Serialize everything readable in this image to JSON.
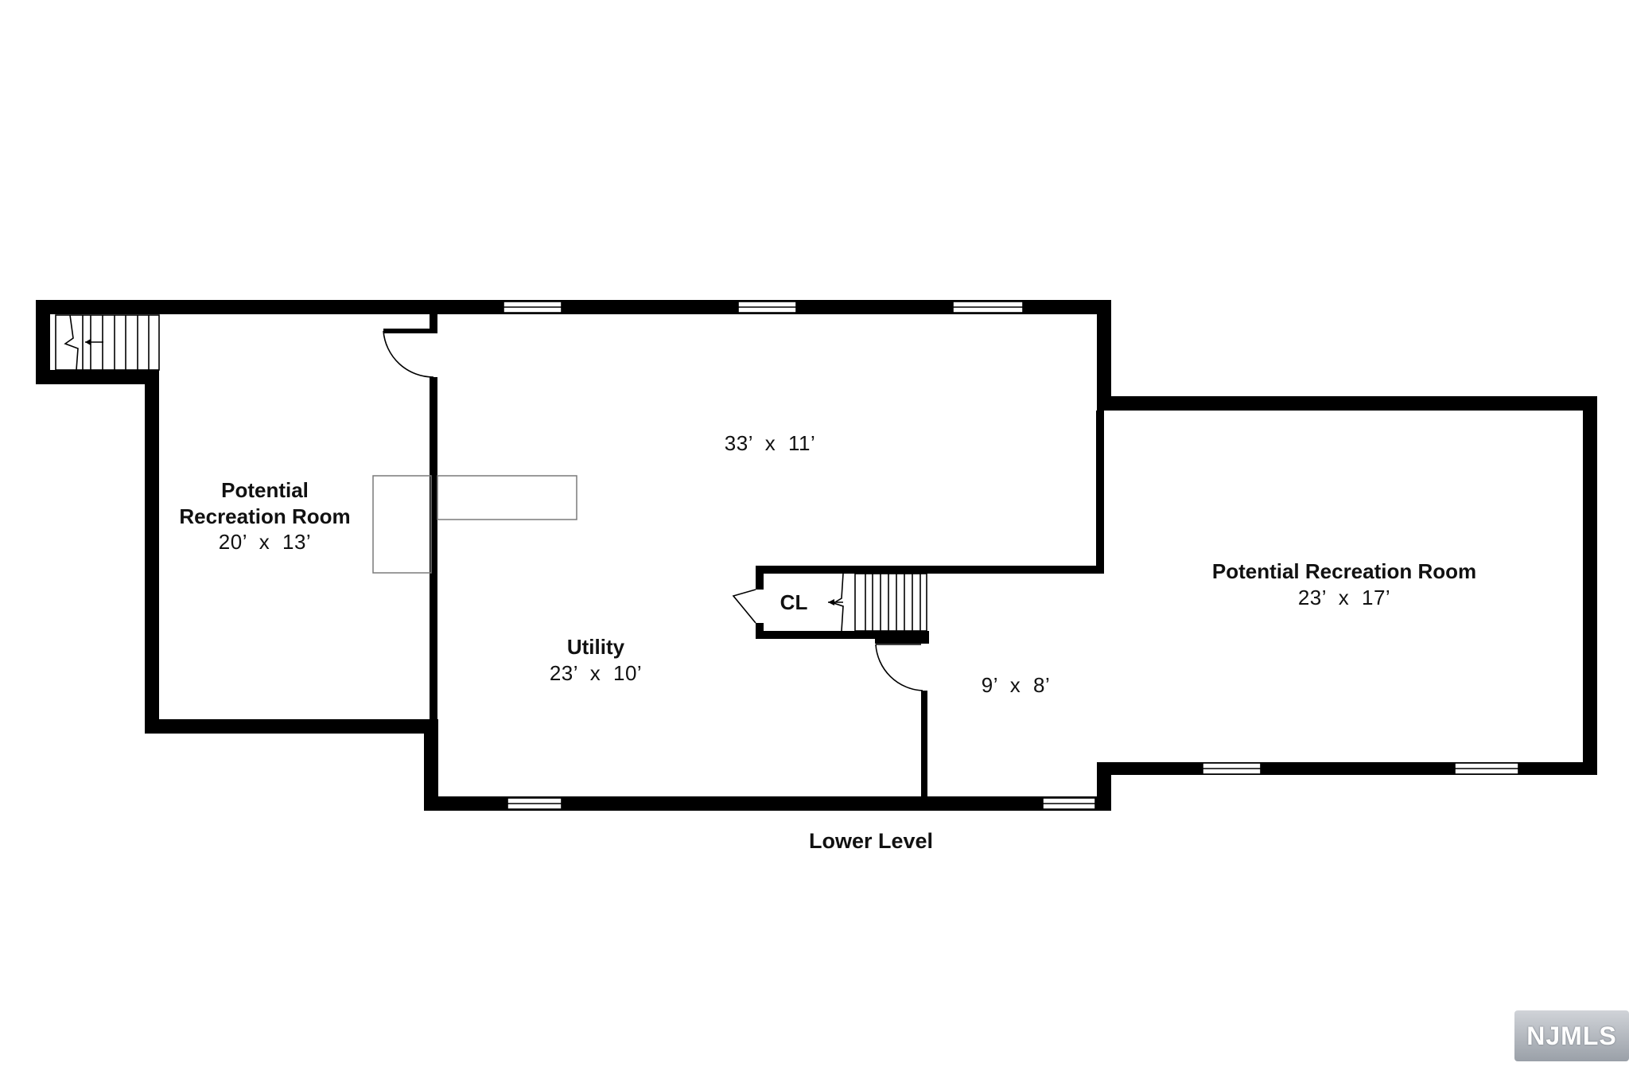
{
  "floor": {
    "level_title": "Lower Level"
  },
  "rooms": {
    "rec_left": {
      "name_line1": "Potential",
      "name_line2": "Recreation Room",
      "dims": "20’  x  13’"
    },
    "upper_hall": {
      "dims": "33’  x  11’"
    },
    "utility": {
      "name": "Utility",
      "dims": "23’  x  10’"
    },
    "closet": {
      "name": "CL"
    },
    "small_room": {
      "dims": "9’  x  8’"
    },
    "rec_right": {
      "name": "Potential Recreation Room",
      "dims": "23’  x  17’"
    }
  },
  "watermark": {
    "text": "NJMLS"
  },
  "colors": {
    "wall": "#000000",
    "background": "#ffffff",
    "fixture": "#7a7a7a"
  }
}
